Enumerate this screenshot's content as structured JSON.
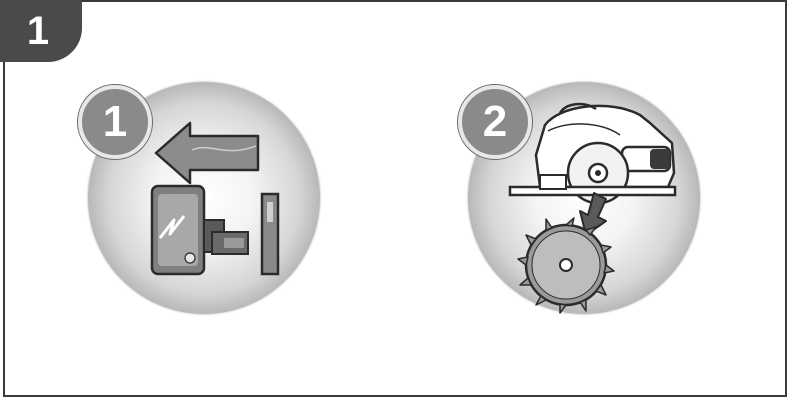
{
  "page_badge": {
    "label": "1"
  },
  "steps": [
    {
      "label": "1",
      "icon": "remove-battery-icon"
    },
    {
      "label": "2",
      "icon": "remove-blade-icon"
    }
  ],
  "colors": {
    "frame": "#3a3a3a",
    "badge_dark": "#4a4a4a",
    "badge_mid": "#8a8a8a"
  }
}
